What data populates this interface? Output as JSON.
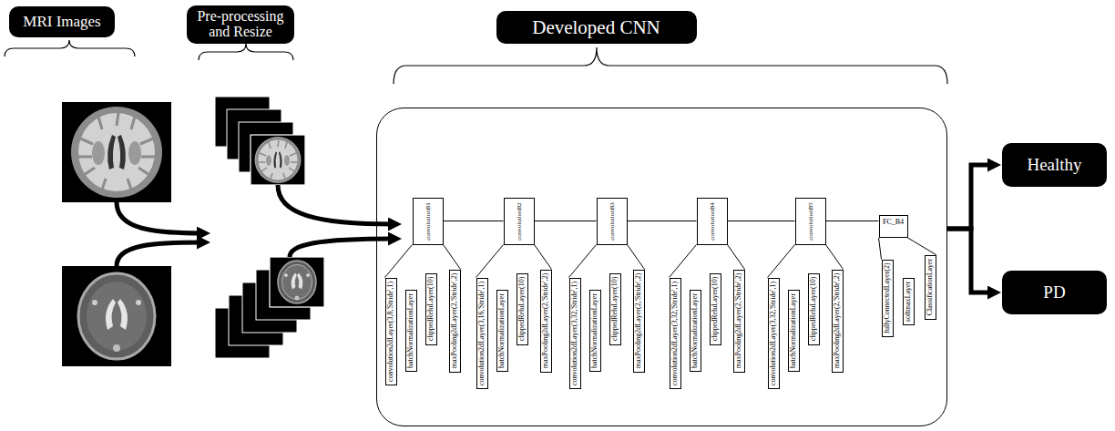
{
  "diagram": {
    "nodes": [
      {
        "text": [
          "MRI Images"
        ]
      },
      {
        "text": [
          "Pre-processing and Resize"
        ]
      },
      {
        "text": [
          "Developed CNN"
        ]
      },
      {
        "text": [
          "convolutionB1"
        ],
        "in": 2
      },
      {
        "text": [
          "convolution2dLayer(3,8,'Stride',1)"
        ],
        "in": 2
      },
      {
        "text": [
          "batchNormalizationLayer"
        ],
        "in": 2
      },
      {
        "text": [
          "clippedReluLayer(10)"
        ],
        "in": 2
      },
      {
        "text": [
          "maxPooling2dLayer(2,'Stride',2)"
        ],
        "in": 2
      },
      {
        "text": [
          "convolutionB2"
        ],
        "in": 2
      },
      {
        "text": [
          "convolution2dLayer(3,16,'Stride',1)"
        ],
        "in": 2
      },
      {
        "text": [
          "batchNormalizationLayer"
        ],
        "in": 2
      },
      {
        "text": [
          "clippedReluLayer(10)"
        ],
        "in": 2
      },
      {
        "text": [
          "maxPooling2dLayer(2,'Stride',2)"
        ],
        "in": 2
      },
      {
        "text": [
          "convolutionB3"
        ],
        "in": 2
      },
      {
        "text": [
          "convolution2dLayer(3,32,'Stride',1)"
        ],
        "in": 2
      },
      {
        "text": [
          "batchNormalizationLayer"
        ],
        "in": 2
      },
      {
        "text": [
          "clippedReluLayer(10)"
        ],
        "in": 2
      },
      {
        "text": [
          "maxPooling2dLayer(2,'Stride',2)"
        ],
        "in": 2
      },
      {
        "text": [
          "convolutionB4"
        ],
        "in": 2
      },
      {
        "text": [
          "convolution2dLayer(3,32,'Stride',1)"
        ],
        "in": 2
      },
      {
        "text": [
          "batchNormalizationLayer"
        ],
        "in": 2
      },
      {
        "text": [
          "clippedReluLayer(10)"
        ],
        "in": 2
      },
      {
        "text": [
          "maxPooling2dLayer(2,'Stride',2)"
        ],
        "in": 2
      },
      {
        "text": [
          "convolutionB5"
        ],
        "in": 2
      },
      {
        "text": [
          "convolution2dLayer(3,32,'Stride',1)"
        ],
        "in": 2
      },
      {
        "text": [
          "batchNormalizationLayer"
        ],
        "in": 2
      },
      {
        "text": [
          "clippedReluLayer(10)"
        ],
        "in": 2
      },
      {
        "text": [
          "maxPooling2dLayer(2,'Stride',2)"
        ],
        "in": 2
      },
      {
        "text": [
          "FC_B4"
        ],
        "in": 2
      },
      {
        "text": [
          "fullyConnectedLayer(2)"
        ],
        "in": 2
      },
      {
        "text": [
          "softmaxLayer"
        ],
        "in": 2
      },
      {
        "text": [
          "ClassificationLayer"
        ],
        "in": 2
      },
      {
        "text": [
          "Healthy"
        ]
      },
      {
        "text": [
          "PD"
        ]
      }
    ],
    "edges": [
      {
        "from": 3,
        "to": 8,
        "arrow": "none"
      },
      {
        "from": 8,
        "to": 13,
        "arrow": "none"
      },
      {
        "from": 13,
        "to": 18,
        "arrow": "none"
      },
      {
        "from": 18,
        "to": 23,
        "arrow": "none"
      },
      {
        "from": 23,
        "to": 28,
        "arrow": "none"
      },
      {
        "from": 2,
        "to": 32,
        "arrow": "to"
      },
      {
        "from": 2,
        "to": 33,
        "arrow": "to"
      }
    ]
  }
}
